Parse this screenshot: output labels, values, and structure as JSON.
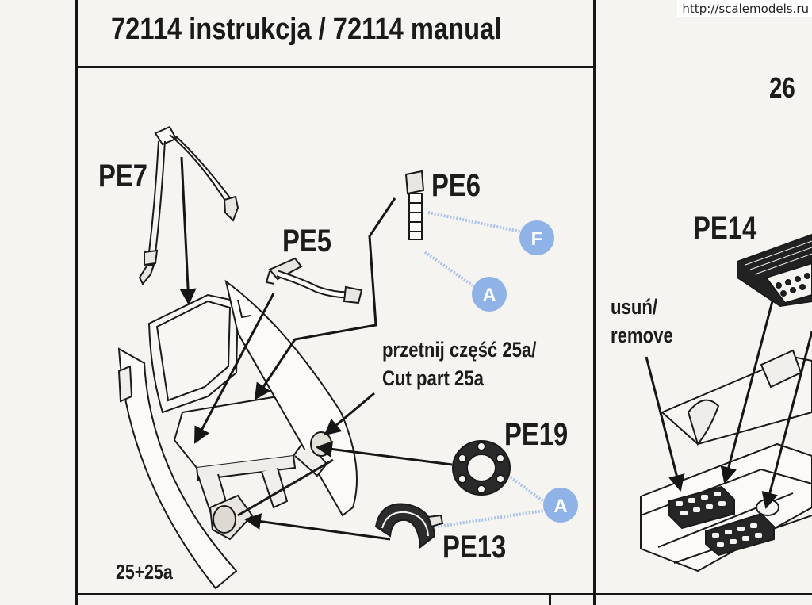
{
  "watermark": "http://scalemodels.ru",
  "header": {
    "title": "72114 instrukcja / 72114 manual"
  },
  "left_panel": {
    "step_ref": "25+25a",
    "labels": {
      "pe7": "PE7",
      "pe6": "PE6",
      "pe5": "PE5",
      "cut_pl": "przetnij część 25a/",
      "cut_en": "Cut part 25a",
      "pe19": "PE19",
      "pe13": "PE13"
    },
    "callouts": {
      "f": "F",
      "a1": "A",
      "a2": "A"
    }
  },
  "right_panel": {
    "step_number": "26",
    "labels": {
      "pe14": "PE14",
      "remove_pl": "usuń/",
      "remove_en": "remove"
    }
  },
  "colors": {
    "ink": "#161616",
    "paper": "#f6f4f1",
    "callout_blue": "#8fb3e6",
    "callout_line": "#a9c2ea"
  }
}
